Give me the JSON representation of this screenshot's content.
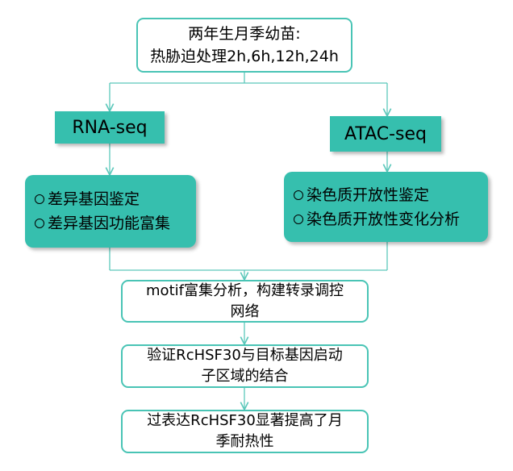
{
  "diagram": {
    "top_box": {
      "line1": "两年生月季幼苗:",
      "line2": "热胁迫处理2h,6h,12h,24h"
    },
    "left_label": "RNA-seq",
    "right_label": "ATAC-seq",
    "left_detail": [
      "差异基因鉴定",
      "差异基因功能富集"
    ],
    "right_detail": [
      "染色质开放性鉴定",
      "染色质开放性变化分析"
    ],
    "steps": [
      {
        "line1": "motif富集分析，构建转录调控",
        "line2": "网络"
      },
      {
        "line1": "验证RcHSF30与目标基因启动",
        "line2": "子区域的结合"
      },
      {
        "line1": "过表达RcHSF30显著提高了月",
        "line2": "季耐热性"
      }
    ]
  },
  "colors": {
    "accent": "#36bfae",
    "border": "#49c4b5",
    "line": "#5cc8bb"
  }
}
